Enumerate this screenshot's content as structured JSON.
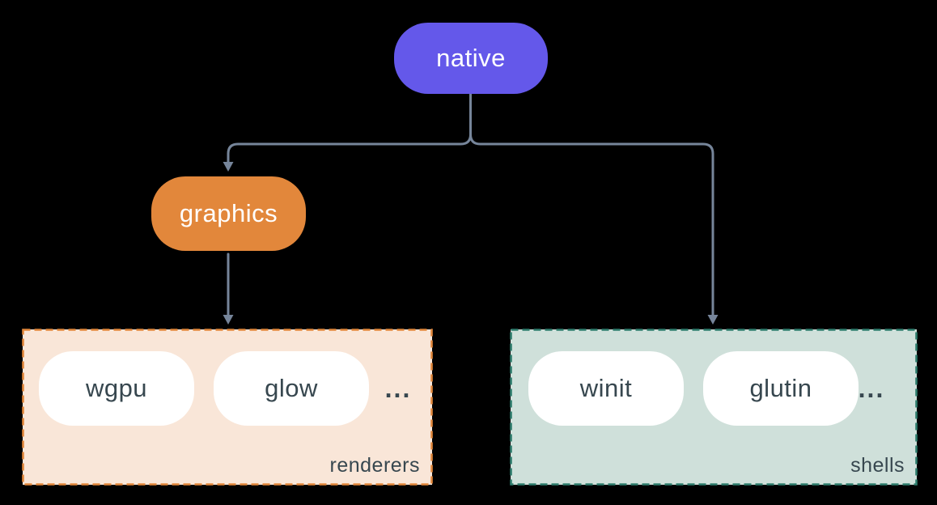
{
  "diagram": {
    "nodes": {
      "native": {
        "label": "native"
      },
      "graphics": {
        "label": "graphics"
      }
    },
    "groups": {
      "renderers": {
        "label": "renderers",
        "items": [
          {
            "label": "wgpu"
          },
          {
            "label": "glow"
          }
        ],
        "ellipsis": "..."
      },
      "shells": {
        "label": "shells",
        "items": [
          {
            "label": "winit"
          },
          {
            "label": "glutin"
          }
        ],
        "ellipsis": "..."
      }
    },
    "edges": [
      {
        "from": "native",
        "to": "graphics"
      },
      {
        "from": "native",
        "to": "shells"
      },
      {
        "from": "graphics",
        "to": "renderers"
      }
    ]
  },
  "colors": {
    "background": "#000000",
    "native_fill": "#6458ea",
    "graphics_fill": "#e2873b",
    "renderers_fill": "#f9e6d8",
    "renderers_border": "#e2873b",
    "shells_fill": "#cfe0da",
    "shells_border": "#2e7d6d",
    "item_fill": "#ffffff",
    "connector": "#76859a",
    "text_light": "#ffffff",
    "text_dark": "#37474f"
  }
}
